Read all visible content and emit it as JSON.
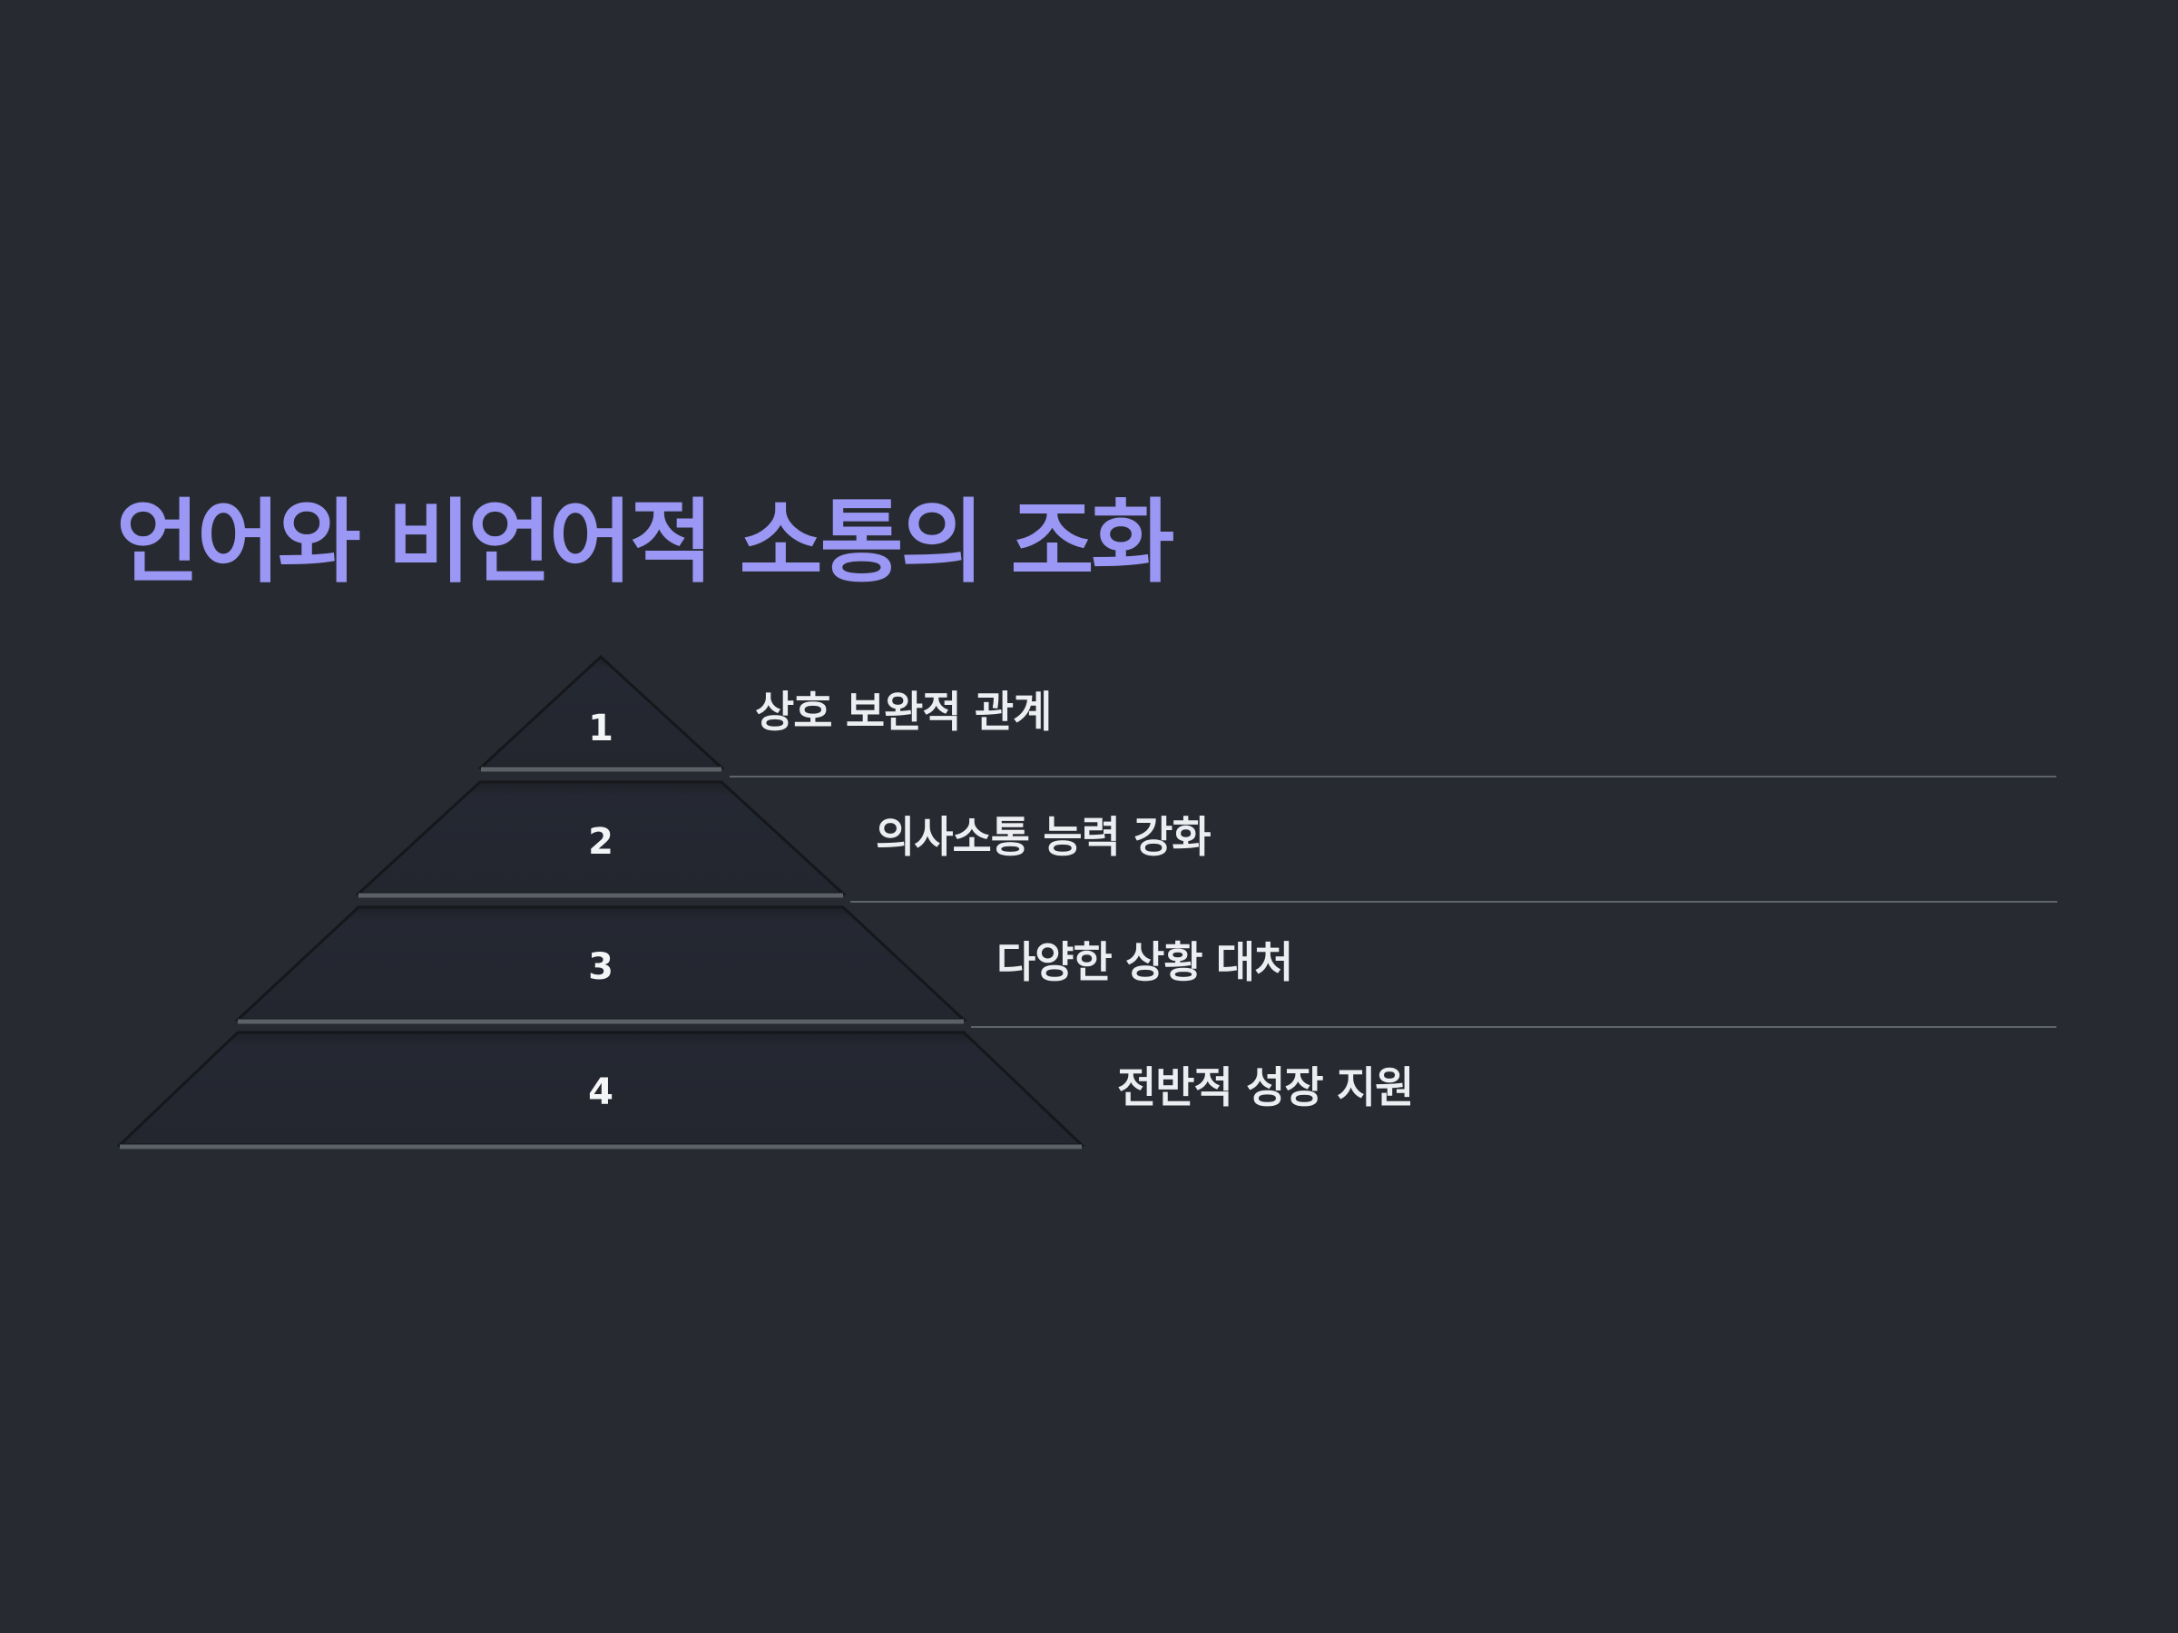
{
  "title": "언어와 비언어적 소통의 조화",
  "tiers": [
    {
      "number": "1",
      "label": "상호 보완적 관계"
    },
    {
      "number": "2",
      "label": "의사소통 능력 강화"
    },
    {
      "number": "3",
      "label": "다양한 상황 대처"
    },
    {
      "number": "4",
      "label": "전반적 성장 지원"
    }
  ],
  "colors": {
    "background": "#272a30",
    "title": "#9b98f5",
    "tier_fill": "#22252e",
    "label_text": "#eceef2",
    "divider": "#5f636b"
  }
}
